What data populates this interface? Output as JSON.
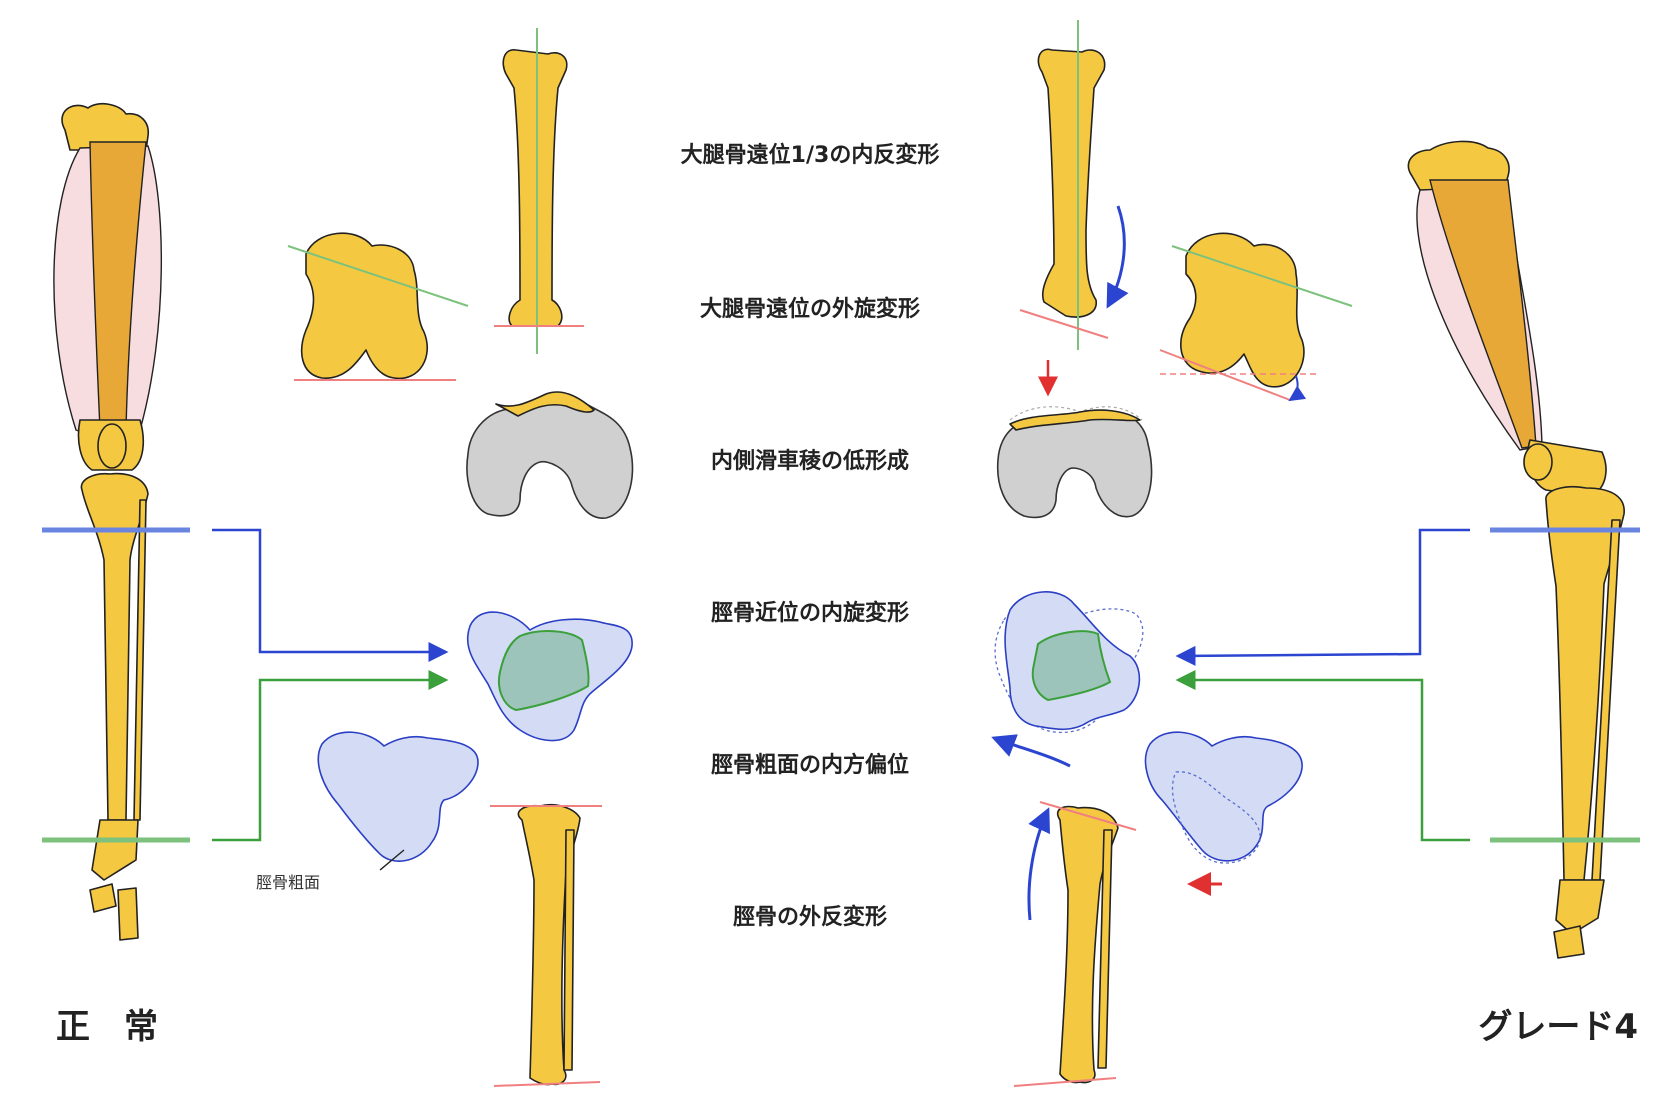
{
  "labels": {
    "left_side": "正　常",
    "right_side": "グレード4",
    "row1": "大腿骨遠位1/3の内反変形",
    "row2": "大腿骨遠位の外旋変形",
    "row3": "内側滑車稜の低形成",
    "row4": "脛骨近位の内旋変形",
    "row5": "脛骨粗面の内方偏位",
    "row6": "脛骨の外反変形",
    "tuberosity": "脛骨粗面"
  },
  "colors": {
    "bone": "#F5C842",
    "muscle": "#F7DDE0",
    "quadriceps": "#E8A838",
    "cartilage": "#D0D0D0",
    "section_blue": "#2B45D0",
    "section_fill": "#D4DCF5",
    "section_green": "#3BA03B",
    "axis_green": "#7CC27C",
    "axis_red": "#F08080",
    "arrow_red": "#E03030"
  },
  "icons": [
    "rotation-arrow-icon",
    "shift-arrow-icon",
    "dashed-outline-icon"
  ]
}
